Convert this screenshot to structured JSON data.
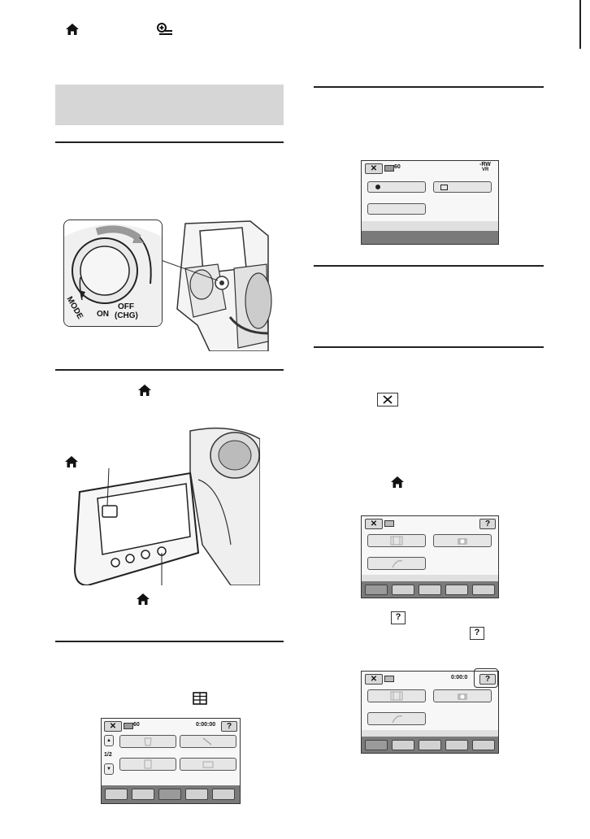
{
  "page": {
    "background": "#ffffff",
    "rule_color": "#222222",
    "shade_color": "#d6d6d6"
  },
  "icons": {
    "home": "home-icon",
    "option": "option-list-icon",
    "close": "close-x-icon",
    "help": "question-mark-icon",
    "index": "index-grid-icon"
  },
  "dial": {
    "mode": "MODE",
    "on": "ON",
    "off": "OFF",
    "chg": "(CHG)"
  },
  "screen_record": {
    "counter": "60",
    "media": "-RW",
    "media_sub": "VR"
  },
  "screen_index": {
    "counter": "60",
    "time": "0:00:00",
    "page": "1/2",
    "help": "?"
  },
  "screen_home2": {
    "time": "0:00:0",
    "help": "?"
  }
}
